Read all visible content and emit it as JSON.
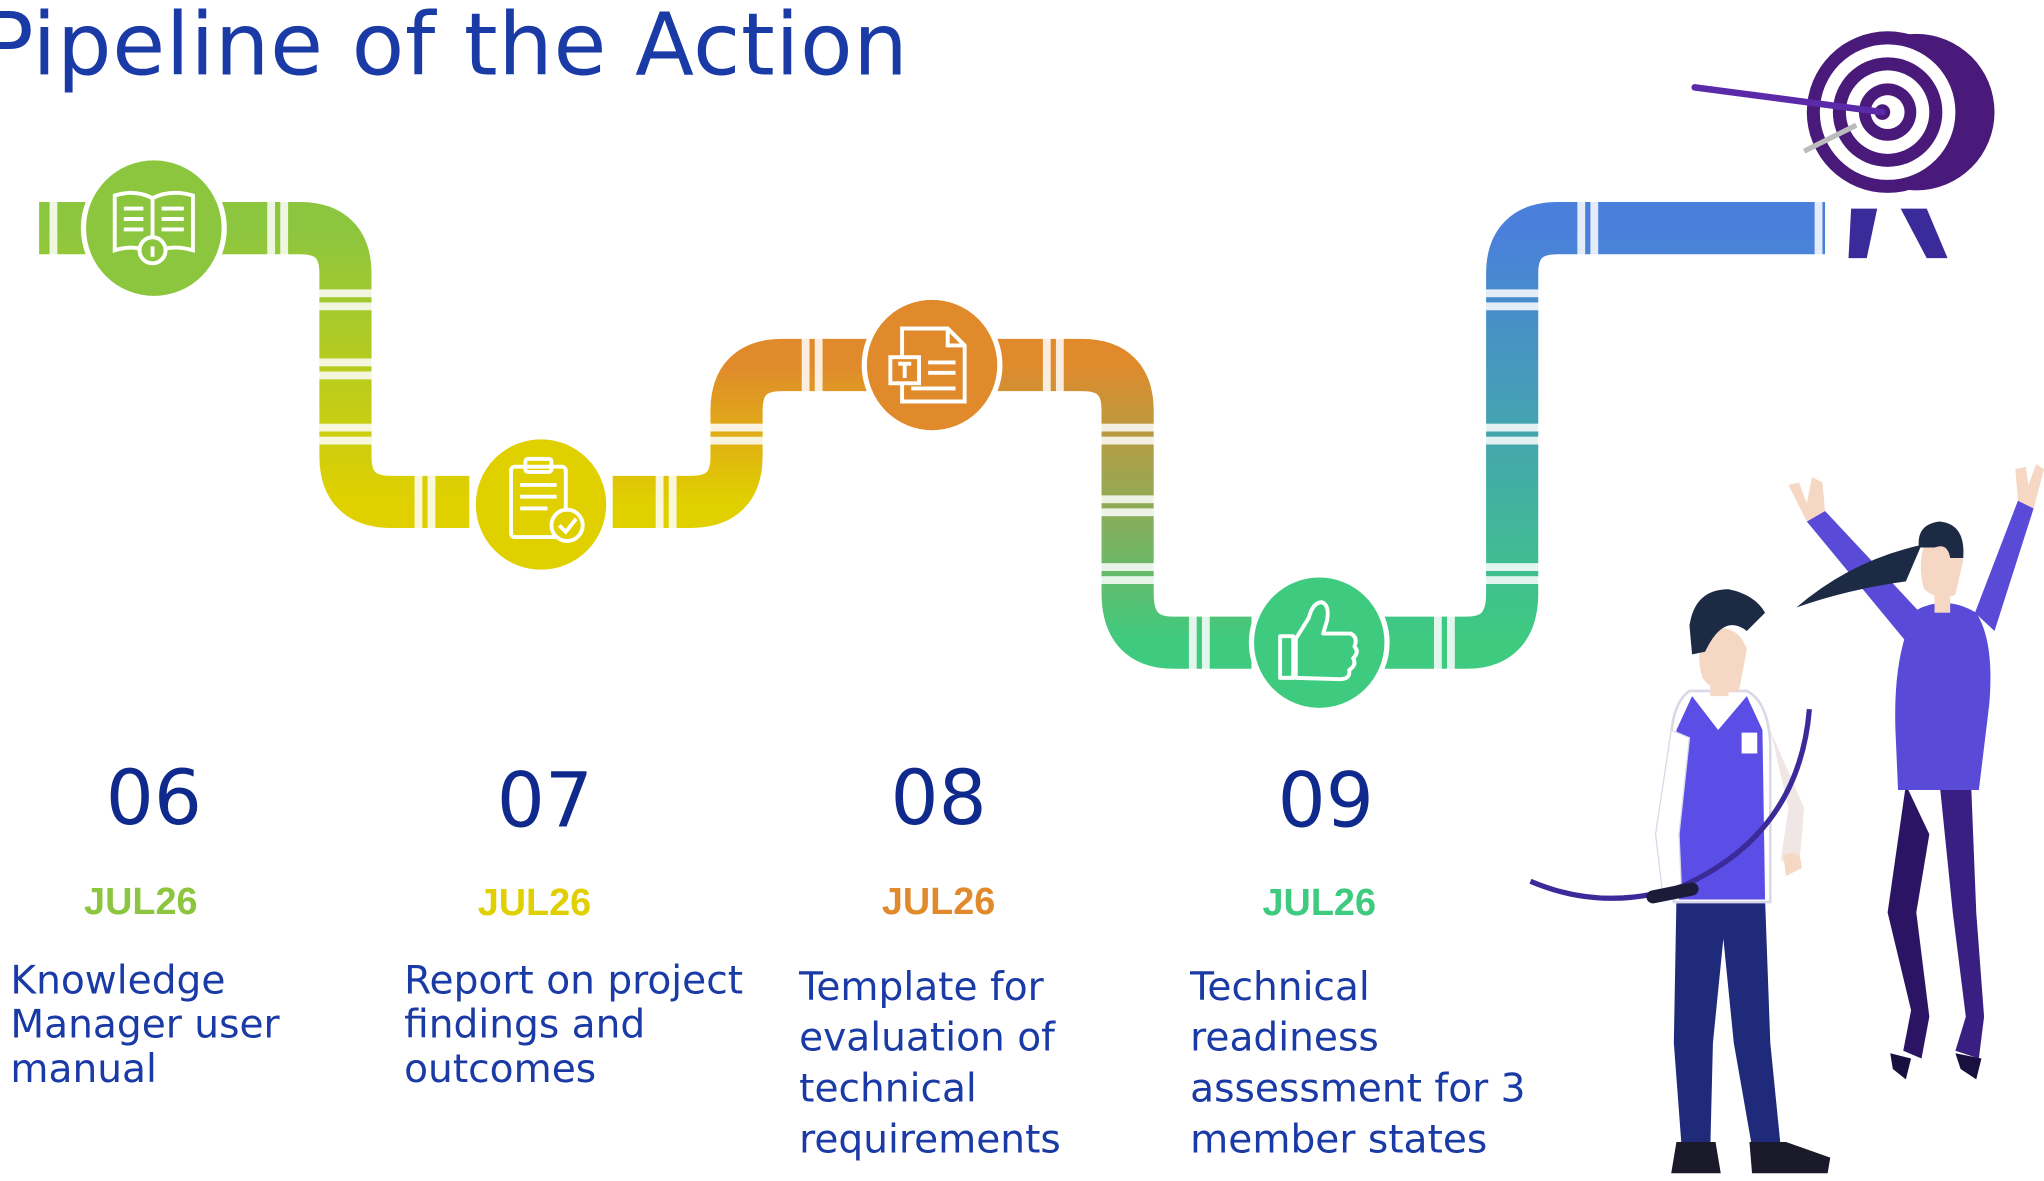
{
  "title": "Pipeline of the Action",
  "steps": [
    {
      "number": "06",
      "date": "JUL26",
      "description": "Knowledge\nManager user\nmanual",
      "color": "#8cc63f",
      "icon": "book-info-icon"
    },
    {
      "number": "07",
      "date": "JUL26",
      "description": "Report on project\nfindings and\noutcomes",
      "color": "#e0d000",
      "icon": "clipboard-check-icon"
    },
    {
      "number": "08",
      "date": "JUL26",
      "description": "Template for\nevaluation of\ntechnical\nrequirements",
      "color": "#e08a2c",
      "icon": "document-template-icon"
    },
    {
      "number": "09",
      "date": "JUL26",
      "description": "Technical\nreadiness\nassessment for 3\nmember states",
      "color": "#3ecb80",
      "icon": "thumbs-up-icon"
    }
  ],
  "colors": {
    "title": "#1a3aa5",
    "number": "#0f2a8c",
    "final_pipe": "#4a7fdc",
    "target": "#4a1a7a"
  }
}
